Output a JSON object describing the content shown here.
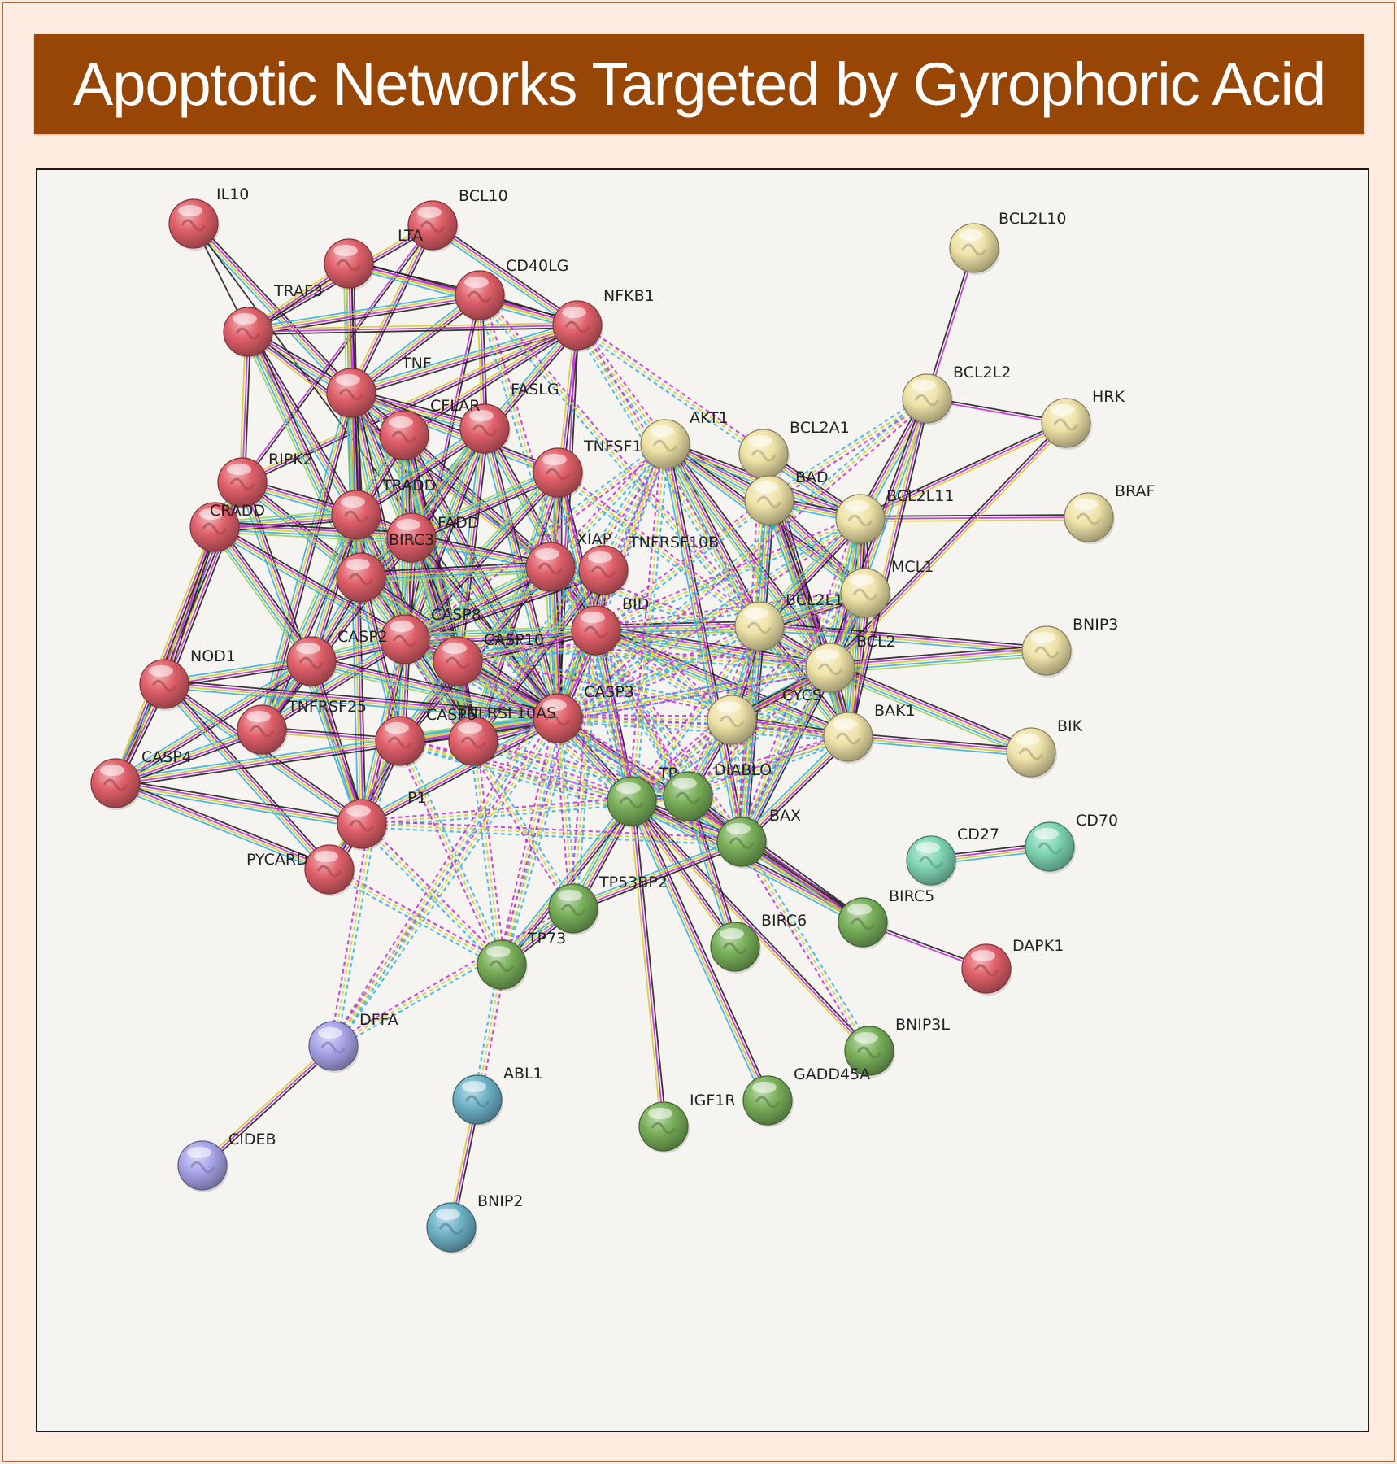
{
  "title": "Apoptotic Networks Targeted by Gyrophoric Acid",
  "colors": {
    "title_bg": "#974605",
    "title_text": "#ffffff",
    "page_bg": "#fdebe0",
    "panel_bg": "#f6f4f0",
    "cluster_red": "#e0606a",
    "cluster_tan": "#efe3a8",
    "cluster_green": "#79b05a",
    "cluster_teal": "#7fd6b5",
    "cluster_blue": "#6fb3c9",
    "cluster_purple": "#a9a6ea"
  },
  "edge_colors": [
    "#222222",
    "#c030d8",
    "#d0d030",
    "#38b0e0",
    "#9fd060",
    "#7070e0"
  ],
  "clusters": {
    "red": [
      "IL10",
      "BCL10",
      "LTA",
      "CD40LG",
      "NFKB1",
      "TRAF3",
      "TNF",
      "CFLAR",
      "FASLG",
      "TNFSF10",
      "RIPK2",
      "TRADD",
      "CRADD",
      "FADD",
      "BIRC3",
      "XIAP",
      "TNFRSF10B",
      "BID",
      "CASP8",
      "CASP10",
      "CASP2",
      "NOD1",
      "CASP3",
      "TNFRSF25",
      "TNFRSF10A",
      "CASP4",
      "CASP6",
      "CASP1",
      "PYCARD",
      "DAPK1"
    ],
    "tan": [
      "BCL2L10",
      "BCL2L2",
      "HRK",
      "AKT1",
      "BCL2A1",
      "BAD",
      "BCL2L11",
      "BRAF",
      "MCL1",
      "BCL2L1",
      "BCL2",
      "BNIP3",
      "CYCS",
      "BAK1",
      "BIK"
    ],
    "green": [
      "TP53",
      "DIABLO",
      "BAX",
      "TP53BP2",
      "TP73",
      "BIRC5",
      "BIRC6",
      "BNIP3L",
      "GADD45A",
      "IGF1R"
    ],
    "teal": [
      "CD27",
      "CD70"
    ],
    "blue": [
      "ABL1",
      "BNIP2"
    ],
    "purple": [
      "DFFA",
      "CIDEB"
    ]
  },
  "labels": {
    "IL10": "IL10",
    "BCL10": "BCL10",
    "LTA": "LTA",
    "CD40LG": "CD40LG",
    "NFKB1": "NFKB1",
    "TRAF3": "TRAF3",
    "TNF": "TNF",
    "CFLAR": "CFLAR",
    "FASLG": "FASLG",
    "TNFSF10": "TNFSF1",
    "RIPK2": "RIPK2",
    "TRADD": "TRADD",
    "CRADD": "CRADD",
    "FADD": "FADD",
    "BIRC3": "BIRC3",
    "XIAP": "XIAP",
    "TNFRSF10B": "TNFRSF10B",
    "BID": "BID",
    "CASP8": "CASP8",
    "CASP10": "CASP10",
    "CASP2": "CASP2",
    "NOD1": "NOD1",
    "CASP3": "CASP3",
    "TNFRSF25": "TNFRSF25",
    "TNFRSF10A": "TNFRSF10AS",
    "CASP4": "CASP4",
    "CASP6": "CASP6",
    "CASP1": "P1",
    "PYCARD": "PYCARD",
    "DAPK1": "DAPK1",
    "BCL2L10": "BCL2L10",
    "BCL2L2": "BCL2L2",
    "HRK": "HRK",
    "AKT1": "AKT1",
    "BCL2A1": "BCL2A1",
    "BAD": "BAD",
    "BCL2L11": "BCL2L11",
    "BRAF": "BRAF",
    "MCL1": "MCL1",
    "BCL2L1": "BCL2L1",
    "BCL2": "BCL2",
    "BNIP3": "BNIP3",
    "CYCS": "CYCS",
    "BAK1": "BAK1",
    "BIK": "BIK",
    "TP53": "TP",
    "DIABLO": "DIABLO",
    "BAX": "BAX",
    "TP53BP2": "TP53BP2",
    "TP73": "TP73",
    "BIRC5": "BIRC5",
    "BIRC6": "BIRC6",
    "BNIP3L": "BNIP3L",
    "GADD45A": "GADD45A",
    "IGF1R": "IGF1R",
    "CD27": "CD27",
    "CD70": "CD70",
    "ABL1": "ABL1",
    "BNIP2": "BNIP2",
    "DFFA": "DFFA",
    "CIDEB": "CIDEB"
  },
  "edges": [
    {
      "a": "IL10",
      "b": "TNF",
      "n": 4
    },
    {
      "a": "IL10",
      "b": "TRAF3",
      "n": 1
    },
    {
      "a": "IL10",
      "b": "CASP3",
      "n": 1
    },
    {
      "a": "BCL10",
      "b": "TRAF3",
      "n": 3
    },
    {
      "a": "BCL10",
      "b": "NFKB1",
      "n": 4
    },
    {
      "a": "BCL10",
      "b": "RIPK2",
      "n": 2
    },
    {
      "a": "BCL10",
      "b": "TNF",
      "n": 3
    },
    {
      "a": "LTA",
      "b": "TNF",
      "n": 5
    },
    {
      "a": "LTA",
      "b": "NFKB1",
      "n": 4
    },
    {
      "a": "LTA",
      "b": "TRAF3",
      "n": 3
    },
    {
      "a": "LTA",
      "b": "CD40LG",
      "n": 3
    },
    {
      "a": "LTA",
      "b": "TRADD",
      "n": 3
    },
    {
      "a": "CD40LG",
      "b": "TRAF3",
      "n": 4
    },
    {
      "a": "CD40LG",
      "b": "TNF",
      "n": 4
    },
    {
      "a": "CD40LG",
      "b": "NFKB1",
      "n": 3
    },
    {
      "a": "CD40LG",
      "b": "FASLG",
      "n": 3
    },
    {
      "a": "CD40LG",
      "b": "CASP8",
      "n": 2
    },
    {
      "a": "NFKB1",
      "b": "TNF",
      "n": 4
    },
    {
      "a": "NFKB1",
      "b": "TRAF3",
      "n": 3
    },
    {
      "a": "NFKB1",
      "b": "BIRC3",
      "n": 4
    },
    {
      "a": "NFKB1",
      "b": "XIAP",
      "n": 3
    },
    {
      "a": "NFKB1",
      "b": "CFLAR",
      "n": 3
    },
    {
      "a": "NFKB1",
      "b": "CASP3",
      "n": 2
    },
    {
      "a": "NFKB1",
      "b": "RIPK2",
      "n": 3
    },
    {
      "a": "TRAF3",
      "b": "TNF",
      "n": 4
    },
    {
      "a": "TRAF3",
      "b": "TRADD",
      "n": 4
    },
    {
      "a": "TRAF3",
      "b": "BIRC3",
      "n": 5
    },
    {
      "a": "TRAF3",
      "b": "RIPK2",
      "n": 3
    },
    {
      "a": "TRAF3",
      "b": "XIAP",
      "n": 3
    },
    {
      "a": "TNF",
      "b": "TRADD",
      "n": 5
    },
    {
      "a": "TNF",
      "b": "FADD",
      "n": 5
    },
    {
      "a": "TNF",
      "b": "CASP8",
      "n": 5
    },
    {
      "a": "TNF",
      "b": "CASP3",
      "n": 4
    },
    {
      "a": "TNF",
      "b": "BIRC3",
      "n": 5
    },
    {
      "a": "TNF",
      "b": "FASLG",
      "n": 4
    },
    {
      "a": "TNF",
      "b": "CFLAR",
      "n": 4
    },
    {
      "a": "TNF",
      "b": "TNFRSF25",
      "n": 4
    },
    {
      "a": "TNF",
      "b": "CASP1",
      "n": 4
    },
    {
      "a": "TNF",
      "b": "TNFSF10",
      "n": 4
    },
    {
      "a": "CFLAR",
      "b": "FADD",
      "n": 5
    },
    {
      "a": "CFLAR",
      "b": "CASP8",
      "n": 5
    },
    {
      "a": "CFLAR",
      "b": "CASP10",
      "n": 5
    },
    {
      "a": "CFLAR",
      "b": "TRADD",
      "n": 5
    },
    {
      "a": "CFLAR",
      "b": "XIAP",
      "n": 4
    },
    {
      "a": "CFLAR",
      "b": "CASP3",
      "n": 4
    },
    {
      "a": "CFLAR",
      "b": "TNFRSF10A",
      "n": 5
    },
    {
      "a": "FASLG",
      "b": "FADD",
      "n": 5
    },
    {
      "a": "FASLG",
      "b": "CASP8",
      "n": 5
    },
    {
      "a": "FASLG",
      "b": "CASP3",
      "n": 4
    },
    {
      "a": "FASLG",
      "b": "BID",
      "n": 4
    },
    {
      "a": "FASLG",
      "b": "CASP10",
      "n": 4
    },
    {
      "a": "FASLG",
      "b": "TRADD",
      "n": 4
    },
    {
      "a": "TNFSF10",
      "b": "CASP8",
      "n": 5
    },
    {
      "a": "TNFSF10",
      "b": "FADD",
      "n": 5
    },
    {
      "a": "TNFSF10",
      "b": "BID",
      "n": 4
    },
    {
      "a": "TNFSF10",
      "b": "TNFRSF10A",
      "n": 5
    },
    {
      "a": "TNFSF10",
      "b": "CASP3",
      "n": 4
    },
    {
      "a": "RIPK2",
      "b": "NOD1",
      "n": 5
    },
    {
      "a": "RIPK2",
      "b": "CASP1",
      "n": 4
    },
    {
      "a": "RIPK2",
      "b": "TRADD",
      "n": 4
    },
    {
      "a": "RIPK2",
      "b": "BIRC3",
      "n": 4
    },
    {
      "a": "RIPK2",
      "b": "CRADD",
      "n": 4
    },
    {
      "a": "RIPK2",
      "b": "CASP4",
      "n": 3
    },
    {
      "a": "TRADD",
      "b": "FADD",
      "n": 5
    },
    {
      "a": "TRADD",
      "b": "BIRC3",
      "n": 5
    },
    {
      "a": "TRADD",
      "b": "CASP8",
      "n": 5
    },
    {
      "a": "TRADD",
      "b": "CRADD",
      "n": 5
    },
    {
      "a": "TRADD",
      "b": "TNFRSF25",
      "n": 5
    },
    {
      "a": "TRADD",
      "b": "CASP2",
      "n": 4
    },
    {
      "a": "TRADD",
      "b": "TNFRSF10A",
      "n": 4
    },
    {
      "a": "CRADD",
      "b": "CASP2",
      "n": 5
    },
    {
      "a": "CRADD",
      "b": "FADD",
      "n": 5
    },
    {
      "a": "CRADD",
      "b": "CASP8",
      "n": 4
    },
    {
      "a": "CRADD",
      "b": "NOD1",
      "n": 3
    },
    {
      "a": "CRADD",
      "b": "CASP4",
      "n": 3
    },
    {
      "a": "FADD",
      "b": "CASP8",
      "n": 5
    },
    {
      "a": "FADD",
      "b": "CASP10",
      "n": 5
    },
    {
      "a": "FADD",
      "b": "BIRC3",
      "n": 5
    },
    {
      "a": "FADD",
      "b": "CASP3",
      "n": 4
    },
    {
      "a": "FADD",
      "b": "TNFRSF10A",
      "n": 5
    },
    {
      "a": "FADD",
      "b": "TNFRSF25",
      "n": 4
    },
    {
      "a": "FADD",
      "b": "XIAP",
      "n": 4
    },
    {
      "a": "BIRC3",
      "b": "CASP8",
      "n": 5
    },
    {
      "a": "BIRC3",
      "b": "CASP3",
      "n": 5
    },
    {
      "a": "BIRC3",
      "b": "XIAP",
      "n": 5
    },
    {
      "a": "BIRC3",
      "b": "CASP6",
      "n": 4
    },
    {
      "a": "BIRC3",
      "b": "CASP2",
      "n": 4
    },
    {
      "a": "XIAP",
      "b": "CASP3",
      "n": 5
    },
    {
      "a": "XIAP",
      "b": "CASP8",
      "n": 5
    },
    {
      "a": "XIAP",
      "b": "BID",
      "n": 4
    },
    {
      "a": "XIAP",
      "b": "CASP6",
      "n": 4
    },
    {
      "a": "TNFRSF10B",
      "b": "BID",
      "n": 5
    },
    {
      "a": "TNFRSF10B",
      "b": "CASP8",
      "n": 5
    },
    {
      "a": "TNFRSF10B",
      "b": "CASP3",
      "n": 4
    },
    {
      "a": "TNFRSF10B",
      "b": "TNFRSF10A",
      "n": 4
    },
    {
      "a": "BID",
      "b": "CASP8",
      "n": 5
    },
    {
      "a": "BID",
      "b": "CASP3",
      "n": 5
    },
    {
      "a": "BID",
      "b": "CASP10",
      "n": 4
    },
    {
      "a": "BID",
      "b": "BCL2L1",
      "n": 5
    },
    {
      "a": "BID",
      "b": "BCL2",
      "n": 5
    },
    {
      "a": "BID",
      "b": "BAK1",
      "n": 5
    },
    {
      "a": "BID",
      "b": "TP53",
      "n": 4
    },
    {
      "a": "CASP8",
      "b": "CASP3",
      "n": 5
    },
    {
      "a": "CASP8",
      "b": "CASP10",
      "n": 5
    },
    {
      "a": "CASP8",
      "b": "CASP2",
      "n": 5
    },
    {
      "a": "CASP8",
      "b": "TNFRSF10A",
      "n": 5
    },
    {
      "a": "CASP8",
      "b": "CASP6",
      "n": 5
    },
    {
      "a": "CASP8",
      "b": "TNFRSF25",
      "n": 4
    },
    {
      "a": "CASP8",
      "b": "CASP1",
      "n": 4
    },
    {
      "a": "CASP10",
      "b": "CASP3",
      "n": 5
    },
    {
      "a": "CASP10",
      "b": "TNFRSF10A",
      "n": 5
    },
    {
      "a": "CASP10",
      "b": "CASP6",
      "n": 4
    },
    {
      "a": "CASP2",
      "b": "CASP3",
      "n": 5
    },
    {
      "a": "CASP2",
      "b": "NOD1",
      "n": 4
    },
    {
      "a": "CASP2",
      "b": "TNFRSF25",
      "n": 4
    },
    {
      "a": "CASP2",
      "b": "CASP4",
      "n": 4
    },
    {
      "a": "CASP2",
      "b": "CASP1",
      "n": 4
    },
    {
      "a": "NOD1",
      "b": "CASP4",
      "n": 4
    },
    {
      "a": "NOD1",
      "b": "CASP1",
      "n": 4
    },
    {
      "a": "NOD1",
      "b": "PYCARD",
      "n": 4
    },
    {
      "a": "NOD1",
      "b": "CASP3",
      "n": 4
    },
    {
      "a": "CASP3",
      "b": "CASP6",
      "n": 5
    },
    {
      "a": "CASP3",
      "b": "TNFRSF10A",
      "n": 5
    },
    {
      "a": "CASP3",
      "b": "CASP1",
      "n": 4
    },
    {
      "a": "CASP3",
      "b": "TP53",
      "n": 4
    },
    {
      "a": "CASP3",
      "b": "BIRC5",
      "n": 4
    },
    {
      "a": "CASP3",
      "b": "CASP4",
      "n": 4
    },
    {
      "a": "TNFRSF25",
      "b": "CASP4",
      "n": 4
    },
    {
      "a": "TNFRSF25",
      "b": "CASP6",
      "n": 3
    },
    {
      "a": "CASP4",
      "b": "CASP1",
      "n": 4
    },
    {
      "a": "CASP4",
      "b": "PYCARD",
      "n": 4
    },
    {
      "a": "CASP6",
      "b": "CASP1",
      "n": 4
    },
    {
      "a": "CASP1",
      "b": "PYCARD",
      "n": 5
    },
    {
      "a": "CASP6",
      "b": "PYCARD",
      "n": 3
    },
    {
      "a": "AKT1",
      "b": "BAD",
      "n": 5
    },
    {
      "a": "AKT1",
      "b": "BCL2L1",
      "n": 5
    },
    {
      "a": "AKT1",
      "b": "BCL2",
      "n": 5
    },
    {
      "a": "AKT1",
      "b": "MCL1",
      "n": 4
    },
    {
      "a": "AKT1",
      "b": "BCL2L11",
      "n": 4
    },
    {
      "a": "AKT1",
      "b": "BAX",
      "n": 4
    },
    {
      "a": "BCL2A1",
      "b": "BCL2L11",
      "n": 4
    },
    {
      "a": "BCL2A1",
      "b": "BAK1",
      "n": 4
    },
    {
      "a": "BCL2A1",
      "b": "BAD",
      "n": 4
    },
    {
      "a": "BAD",
      "b": "BCL2L1",
      "n": 5
    },
    {
      "a": "BAD",
      "b": "BCL2",
      "n": 5
    },
    {
      "a": "BAD",
      "b": "MCL1",
      "n": 4
    },
    {
      "a": "BAD",
      "b": "BCL2L11",
      "n": 4
    },
    {
      "a": "BAD",
      "b": "BAK1",
      "n": 4
    },
    {
      "a": "BCL2L11",
      "b": "BCL2L1",
      "n": 5
    },
    {
      "a": "BCL2L11",
      "b": "BCL2",
      "n": 5
    },
    {
      "a": "BCL2L11",
      "b": "MCL1",
      "n": 5
    },
    {
      "a": "BCL2L11",
      "b": "BAK1",
      "n": 5
    },
    {
      "a": "BCL2L11",
      "b": "BRAF",
      "n": 3
    },
    {
      "a": "BCL2L11",
      "b": "BCL2L2",
      "n": 4
    },
    {
      "a": "BCL2L11",
      "b": "HRK",
      "n": 3
    },
    {
      "a": "MCL1",
      "b": "BCL2L1",
      "n": 5
    },
    {
      "a": "MCL1",
      "b": "BCL2",
      "n": 4
    },
    {
      "a": "MCL1",
      "b": "BAK1",
      "n": 5
    },
    {
      "a": "BCL2L1",
      "b": "BCL2",
      "n": 5
    },
    {
      "a": "BCL2L1",
      "b": "BAK1",
      "n": 5
    },
    {
      "a": "BCL2L1",
      "b": "BAX",
      "n": 5
    },
    {
      "a": "BCL2L1",
      "b": "CYCS",
      "n": 4
    },
    {
      "a": "BCL2L1",
      "b": "BNIP3",
      "n": 4
    },
    {
      "a": "BCL2",
      "b": "BAK1",
      "n": 5
    },
    {
      "a": "BCL2",
      "b": "BNIP3",
      "n": 5
    },
    {
      "a": "BCL2",
      "b": "BIK",
      "n": 5
    },
    {
      "a": "BCL2",
      "b": "BAX",
      "n": 5
    },
    {
      "a": "BCL2",
      "b": "CYCS",
      "n": 4
    },
    {
      "a": "BCL2",
      "b": "HRK",
      "n": 3
    },
    {
      "a": "BCL2",
      "b": "BCL2L2",
      "n": 4
    },
    {
      "a": "BCL2L2",
      "b": "HRK",
      "n": 2
    },
    {
      "a": "BCL2L2",
      "b": "BCL2L10",
      "n": 2
    },
    {
      "a": "BCL2L2",
      "b": "BAK1",
      "n": 3
    },
    {
      "a": "CYCS",
      "b": "BAK1",
      "n": 4
    },
    {
      "a": "CYCS",
      "b": "DIABLO",
      "n": 4
    },
    {
      "a": "CYCS",
      "b": "BCL2",
      "n": 3
    },
    {
      "a": "BAK1",
      "b": "BIK",
      "n": 4
    },
    {
      "a": "BAK1",
      "b": "BAX",
      "n": 4
    },
    {
      "a": "TP53",
      "b": "BAX",
      "n": 4
    },
    {
      "a": "TP53",
      "b": "TP53BP2",
      "n": 5
    },
    {
      "a": "TP53",
      "b": "TP73",
      "n": 4
    },
    {
      "a": "TP53",
      "b": "BIRC5",
      "n": 4
    },
    {
      "a": "TP53",
      "b": "GADD45A",
      "n": 4
    },
    {
      "a": "TP53",
      "b": "IGF1R",
      "n": 3
    },
    {
      "a": "TP53",
      "b": "BNIP3L",
      "n": 3
    },
    {
      "a": "TP53",
      "b": "BIRC6",
      "n": 3
    },
    {
      "a": "TP53",
      "b": "DIABLO",
      "n": 3
    },
    {
      "a": "DIABLO",
      "b": "BIRC5",
      "n": 4
    },
    {
      "a": "DIABLO",
      "b": "BIRC6",
      "n": 4
    },
    {
      "a": "DIABLO",
      "b": "BAX",
      "n": 3
    },
    {
      "a": "BAX",
      "b": "TP53BP2",
      "n": 4
    },
    {
      "a": "BAX",
      "b": "BIRC5",
      "n": 3
    },
    {
      "a": "TP53BP2",
      "b": "TP73",
      "n": 4
    },
    {
      "a": "BIRC5",
      "b": "DAPK1",
      "n": 2
    },
    {
      "a": "CD27",
      "b": "CD70",
      "n": 4
    },
    {
      "a": "ABL1",
      "b": "BNIP2",
      "n": 3
    },
    {
      "a": "DFFA",
      "b": "CIDEB",
      "n": 3
    }
  ],
  "dashed_edges": [
    [
      "NFKB1",
      "AKT1"
    ],
    [
      "NFKB1",
      "BCL2L1"
    ],
    [
      "NFKB1",
      "BCL2A1"
    ],
    [
      "CD40LG",
      "BCL2L1"
    ],
    [
      "CD40LG",
      "TP53"
    ],
    [
      "BID",
      "BCL2L11"
    ],
    [
      "BID",
      "MCL1"
    ],
    [
      "BID",
      "CYCS"
    ],
    [
      "BID",
      "DIABLO"
    ],
    [
      "BID",
      "BAX"
    ],
    [
      "BID",
      "BAD"
    ],
    [
      "BID",
      "AKT1"
    ],
    [
      "CASP3",
      "BCL2L1"
    ],
    [
      "CASP3",
      "CYCS"
    ],
    [
      "CASP3",
      "DIABLO"
    ],
    [
      "CASP3",
      "BAX"
    ],
    [
      "CASP3",
      "BAK1"
    ],
    [
      "CASP3",
      "BCL2"
    ],
    [
      "XIAP",
      "DIABLO"
    ],
    [
      "XIAP",
      "AKT1"
    ],
    [
      "XIAP",
      "CYCS"
    ],
    [
      "XIAP",
      "BCL2"
    ],
    [
      "CASP8",
      "BCL2"
    ],
    [
      "CASP8",
      "BAX"
    ],
    [
      "CASP10",
      "BCL2L1"
    ],
    [
      "CASP10",
      "TP53"
    ],
    [
      "TNFRSF10A",
      "DIABLO"
    ],
    [
      "TNFRSF10A",
      "TP53"
    ],
    [
      "TNFRSF10A",
      "TP73"
    ],
    [
      "CASP6",
      "TP53"
    ],
    [
      "CASP6",
      "BAX"
    ],
    [
      "CASP1",
      "TP53"
    ],
    [
      "CASP1",
      "BAX"
    ],
    [
      "CASP1",
      "TP73"
    ],
    [
      "PYCARD",
      "TP73"
    ],
    [
      "TP53",
      "BCL2L1"
    ],
    [
      "TP53",
      "BAK1"
    ],
    [
      "TP53",
      "BCL2"
    ],
    [
      "TP53",
      "MCL1"
    ],
    [
      "TP53",
      "AKT1"
    ],
    [
      "TP53",
      "CYCS"
    ],
    [
      "TP73",
      "CASP3"
    ],
    [
      "TP73",
      "BID"
    ],
    [
      "TP73",
      "ABL1"
    ],
    [
      "TP73",
      "CASP6"
    ],
    [
      "DFFA",
      "CASP3"
    ],
    [
      "DFFA",
      "BID"
    ],
    [
      "DFFA",
      "CASP8"
    ],
    [
      "DFFA",
      "TP53BP2"
    ],
    [
      "TP53BP2",
      "CASP3"
    ],
    [
      "TP53BP2",
      "BID"
    ],
    [
      "TP53BP2",
      "CASP8"
    ],
    [
      "BAX",
      "CYCS"
    ],
    [
      "BAX",
      "BCL2L11"
    ],
    [
      "BAX",
      "BAD"
    ],
    [
      "BAX",
      "MCL1"
    ],
    [
      "BAX",
      "BCL2A1"
    ],
    [
      "DIABLO",
      "BCL2L1"
    ],
    [
      "DIABLO",
      "BCL2"
    ],
    [
      "DIABLO",
      "BAK1"
    ],
    [
      "AKT1",
      "TNFRSF10B"
    ],
    [
      "AKT1",
      "CASP8"
    ],
    [
      "AKT1",
      "TNFRSF10A"
    ],
    [
      "AKT1",
      "CASP3"
    ],
    [
      "BCL2L2",
      "BAD"
    ],
    [
      "BCL2L2",
      "CASP3"
    ],
    [
      "BCL2L11",
      "CASP3"
    ],
    [
      "MCL1",
      "CASP3"
    ],
    [
      "BCL2",
      "CASP3"
    ],
    [
      "BAK1",
      "CASP8"
    ],
    [
      "BNIP3L",
      "BAX"
    ],
    [
      "TNFSF10",
      "TP53"
    ],
    [
      "TNFSF10",
      "BCL2L1"
    ]
  ]
}
